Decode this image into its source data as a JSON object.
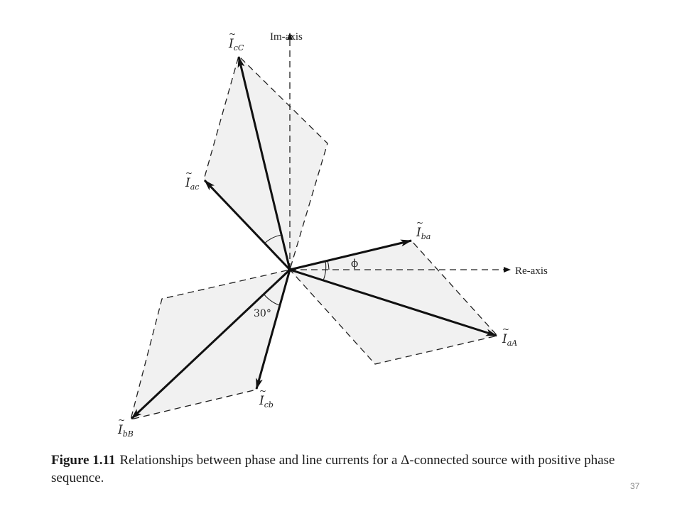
{
  "diagram": {
    "axes": {
      "im_label": "Im-axis",
      "re_label": "Re-axis"
    },
    "phasors": [
      {
        "id": "IcC",
        "main": "I",
        "sub": "cC",
        "kind": "line"
      },
      {
        "id": "Iac",
        "main": "I",
        "sub": "ac",
        "kind": "phase"
      },
      {
        "id": "Iba",
        "main": "I",
        "sub": "ba",
        "kind": "phase"
      },
      {
        "id": "IaA",
        "main": "I",
        "sub": "aA",
        "kind": "line"
      },
      {
        "id": "Icb",
        "main": "I",
        "sub": "cb",
        "kind": "phase"
      },
      {
        "id": "IbB",
        "main": "I",
        "sub": "bB",
        "kind": "line"
      }
    ],
    "angle_labels": {
      "phi": "ϕ",
      "thirty": "30°"
    }
  },
  "caption": {
    "figure_number": "Figure 1.11",
    "text": "Relationships between phase and line currents for a Δ-connected source with positive phase sequence."
  },
  "page_number": "37"
}
